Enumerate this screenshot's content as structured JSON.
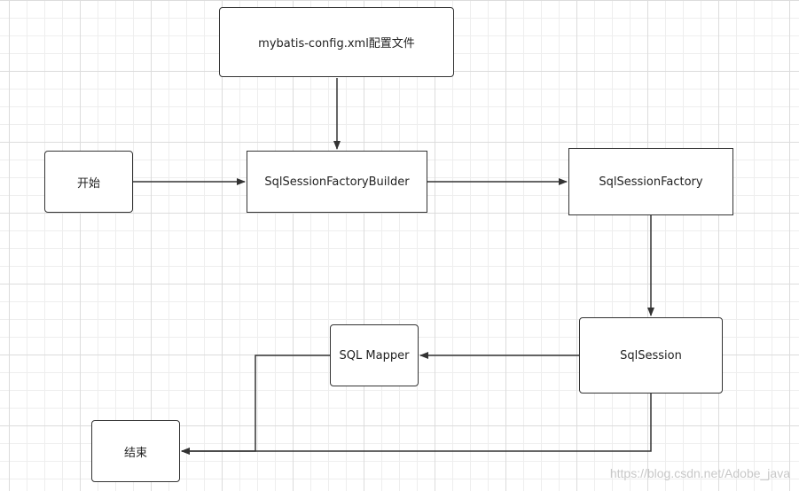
{
  "diagram": {
    "nodes": {
      "config": "mybatis-config.xml配置文件",
      "start": "开始",
      "builder": "SqlSessionFactoryBuilder",
      "factory": "SqlSessionFactory",
      "session": "SqlSession",
      "mapper": "SQL Mapper",
      "end": "结束"
    },
    "edges": [
      {
        "from": "config",
        "to": "builder"
      },
      {
        "from": "start",
        "to": "builder"
      },
      {
        "from": "builder",
        "to": "factory"
      },
      {
        "from": "factory",
        "to": "session"
      },
      {
        "from": "session",
        "to": "mapper"
      },
      {
        "from": "mapper",
        "to": "end"
      },
      {
        "from": "session",
        "to": "end"
      }
    ]
  },
  "watermark": "https://blog.csdn.net/Adobe_java"
}
